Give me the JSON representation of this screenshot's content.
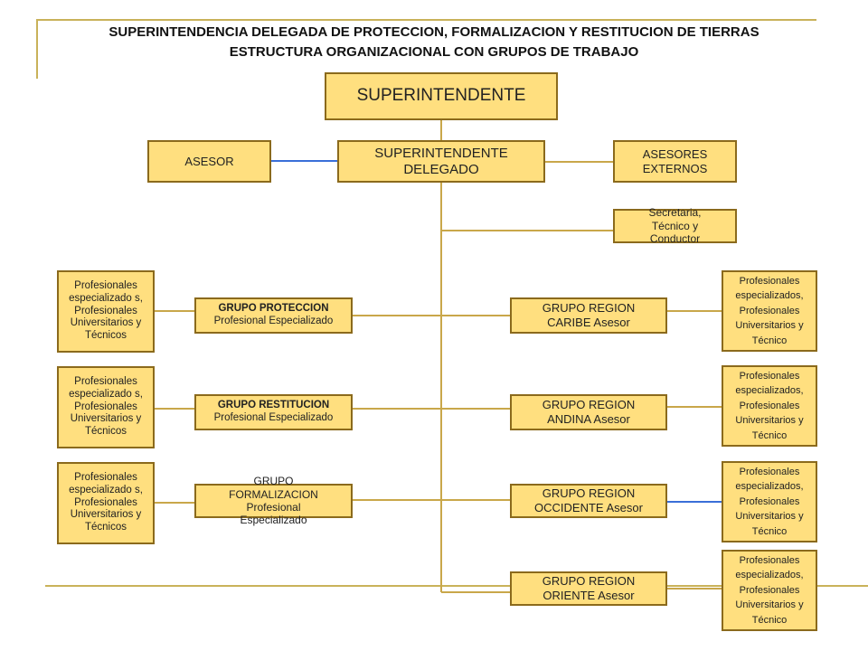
{
  "title": {
    "line1": "SUPERINTENDENCIA DELEGADA DE PROTECCION, FORMALIZACION Y RESTITUCION DE TIERRAS",
    "line2": "ESTRUCTURA ORGANIZACIONAL CON GRUPOS DE TRABAJO"
  },
  "nodes": {
    "superintendente": "SUPERINTENDENTE",
    "delegado": "SUPERINTENDENTE DELEGADO",
    "asesor": "ASESOR",
    "asesores_externos": "ASESORES EXTERNOS",
    "secretaria": "Secretaria, Técnico y Conductor"
  },
  "left_groups": [
    {
      "name": "GRUPO PROTECCION",
      "role": "Profesional Especializado",
      "staff": "Profesionales especializado s, Profesionales Universitarios y Técnicos"
    },
    {
      "name": "GRUPO RESTITUCION",
      "role": "Profesional Especializado",
      "staff": "Profesionales especializado s, Profesionales Universitarios y Técnicos"
    },
    {
      "name": "GRUPO FORMALIZACION",
      "role": "Profesional Especializado",
      "staff": "Profesionales especializado s, Profesionales Universitarios y Técnicos"
    }
  ],
  "right_groups": [
    {
      "name": "GRUPO REGION CARIBE Asesor",
      "staff": "Profesionales especializados, Profesionales Universitarios y Técnico"
    },
    {
      "name": "GRUPO REGION ANDINA Asesor",
      "staff": "Profesionales especializados, Profesionales Universitarios y Técnico"
    },
    {
      "name": "GRUPO REGION OCCIDENTE Asesor",
      "staff": "Profesionales especializados, Profesionales Universitarios y Técnico"
    },
    {
      "name": "GRUPO REGION ORIENTE Asesor",
      "staff": "Profesionales especializados, Profesionales Universitarios y Técnico"
    }
  ],
  "colors": {
    "box_fill": "#ffdf7f",
    "box_border": "#8b6a1c",
    "connector": "#c9a74a",
    "connector_blue": "#3a6fd8"
  }
}
